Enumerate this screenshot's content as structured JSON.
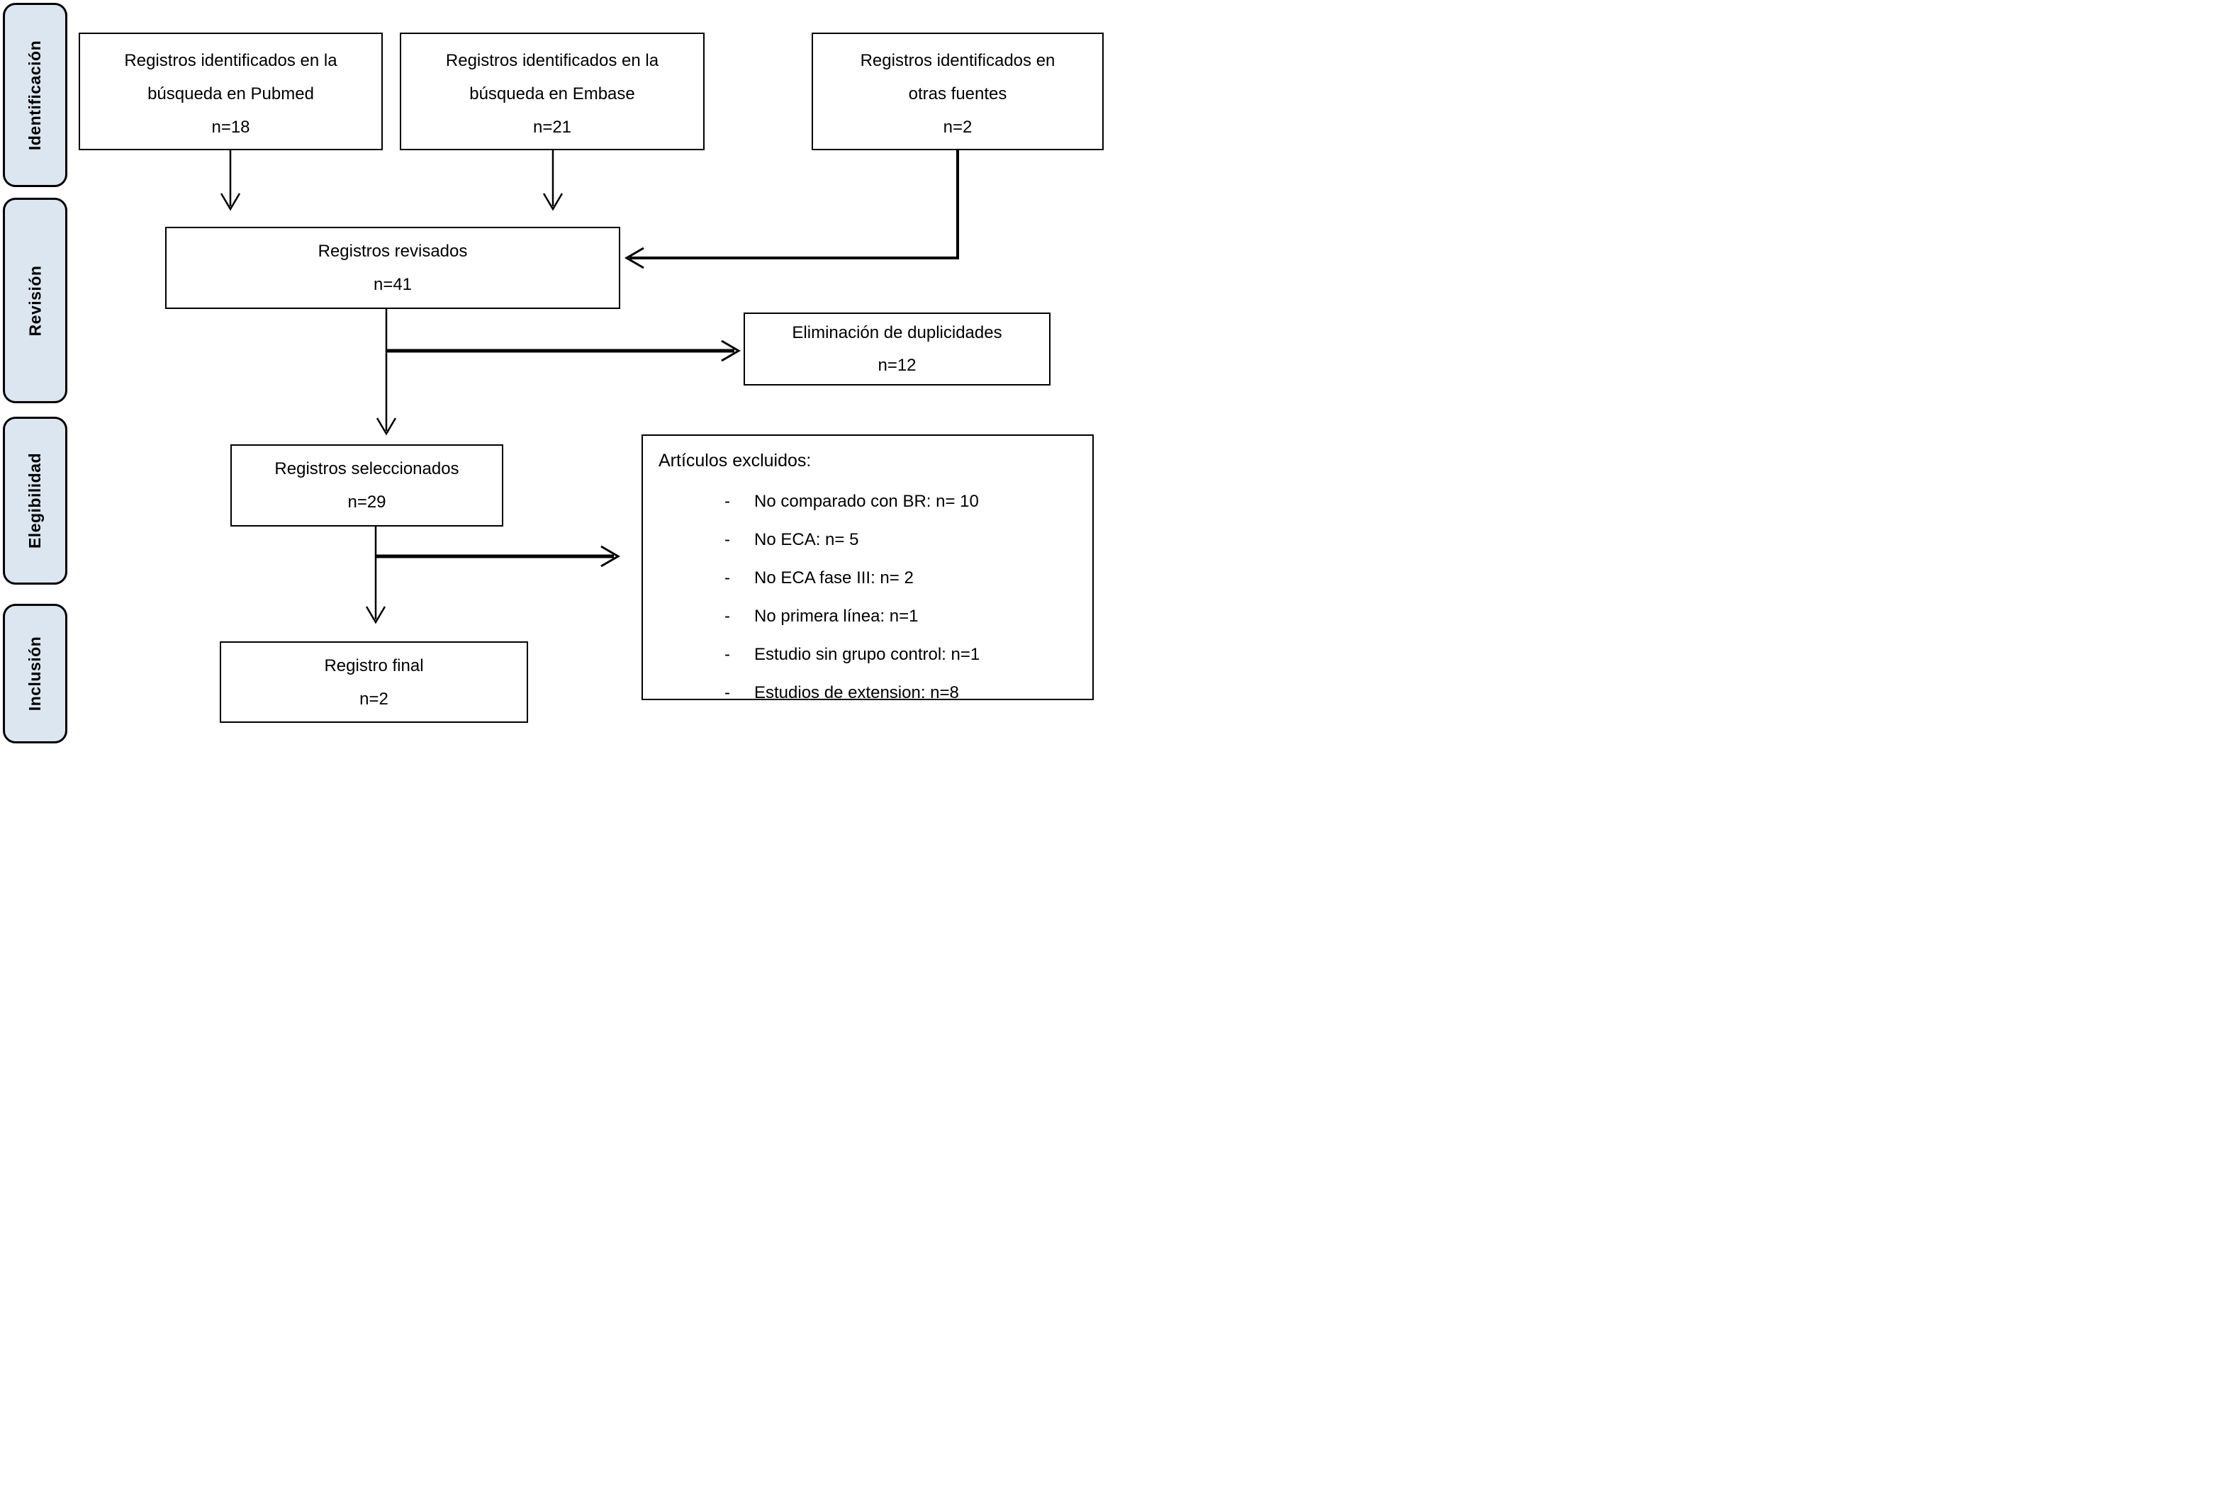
{
  "diagram": {
    "type": "prisma-flow",
    "language": "es",
    "background_color": "#ffffff",
    "box_border_color": "#000000",
    "stage_fill_color": "#dce6f1",
    "text_color": "#000000"
  },
  "sidebar": {
    "stages": [
      {
        "label": "Identificación"
      },
      {
        "label": "Revisión"
      },
      {
        "label": "Elegibilidad"
      },
      {
        "label": "Inclusión"
      }
    ]
  },
  "boxes": {
    "pubmed": {
      "label": "Registros identificados en la búsqueda en Pubmed",
      "count": "n=18"
    },
    "embase": {
      "label": "Registros identificados en la búsqueda en Embase",
      "count": "n=21"
    },
    "other": {
      "label": "Registros identificados en otras fuentes",
      "count": "n=2"
    },
    "reviewed": {
      "label": "Registros revisados",
      "count": "n=41"
    },
    "duplicates": {
      "label": "Eliminación de duplicidades",
      "count": "n=12"
    },
    "selected": {
      "label": "Registros seleccionados",
      "count": "n=29"
    },
    "final": {
      "label": "Registro final",
      "count": "n=2"
    }
  },
  "excluded": {
    "title": "Artículos excluidos:",
    "bullet": "-",
    "items": [
      "No comparado con BR: n= 10",
      "No ECA: n= 5",
      "No ECA fase III: n= 2",
      "No primera línea: n=1",
      "Estudio sin grupo control: n=1",
      "Estudios de extension: n=8"
    ]
  }
}
